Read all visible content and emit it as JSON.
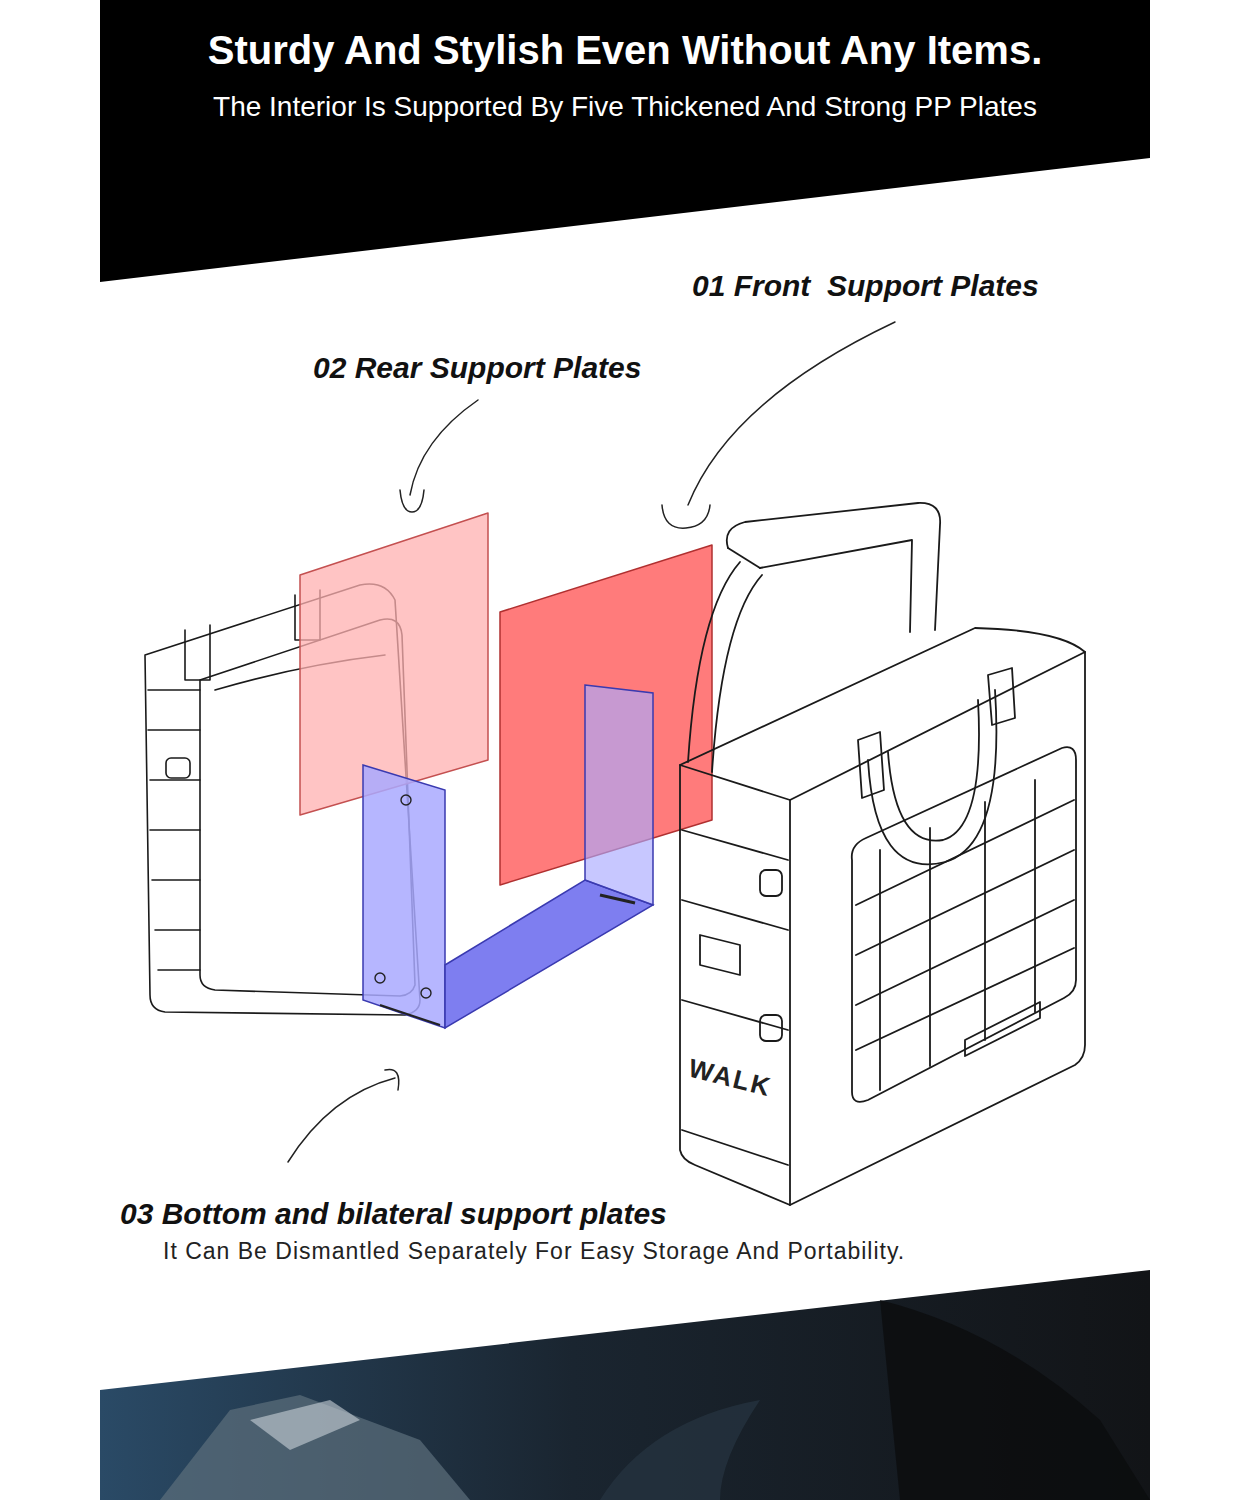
{
  "diagram": {
    "title": "Sturdy And Stylish Even Without Any Items.",
    "labels": [
      "The Interior Is Supported By Five Thickened And Strong PP Plates",
      "01 Front  Support Plates",
      "02 Rear Support Plates",
      "03 Bottom and bilateral support plates",
      "It Can Be Dismantled Separately For Easy Storage And Portability.",
      "WALK"
    ]
  }
}
